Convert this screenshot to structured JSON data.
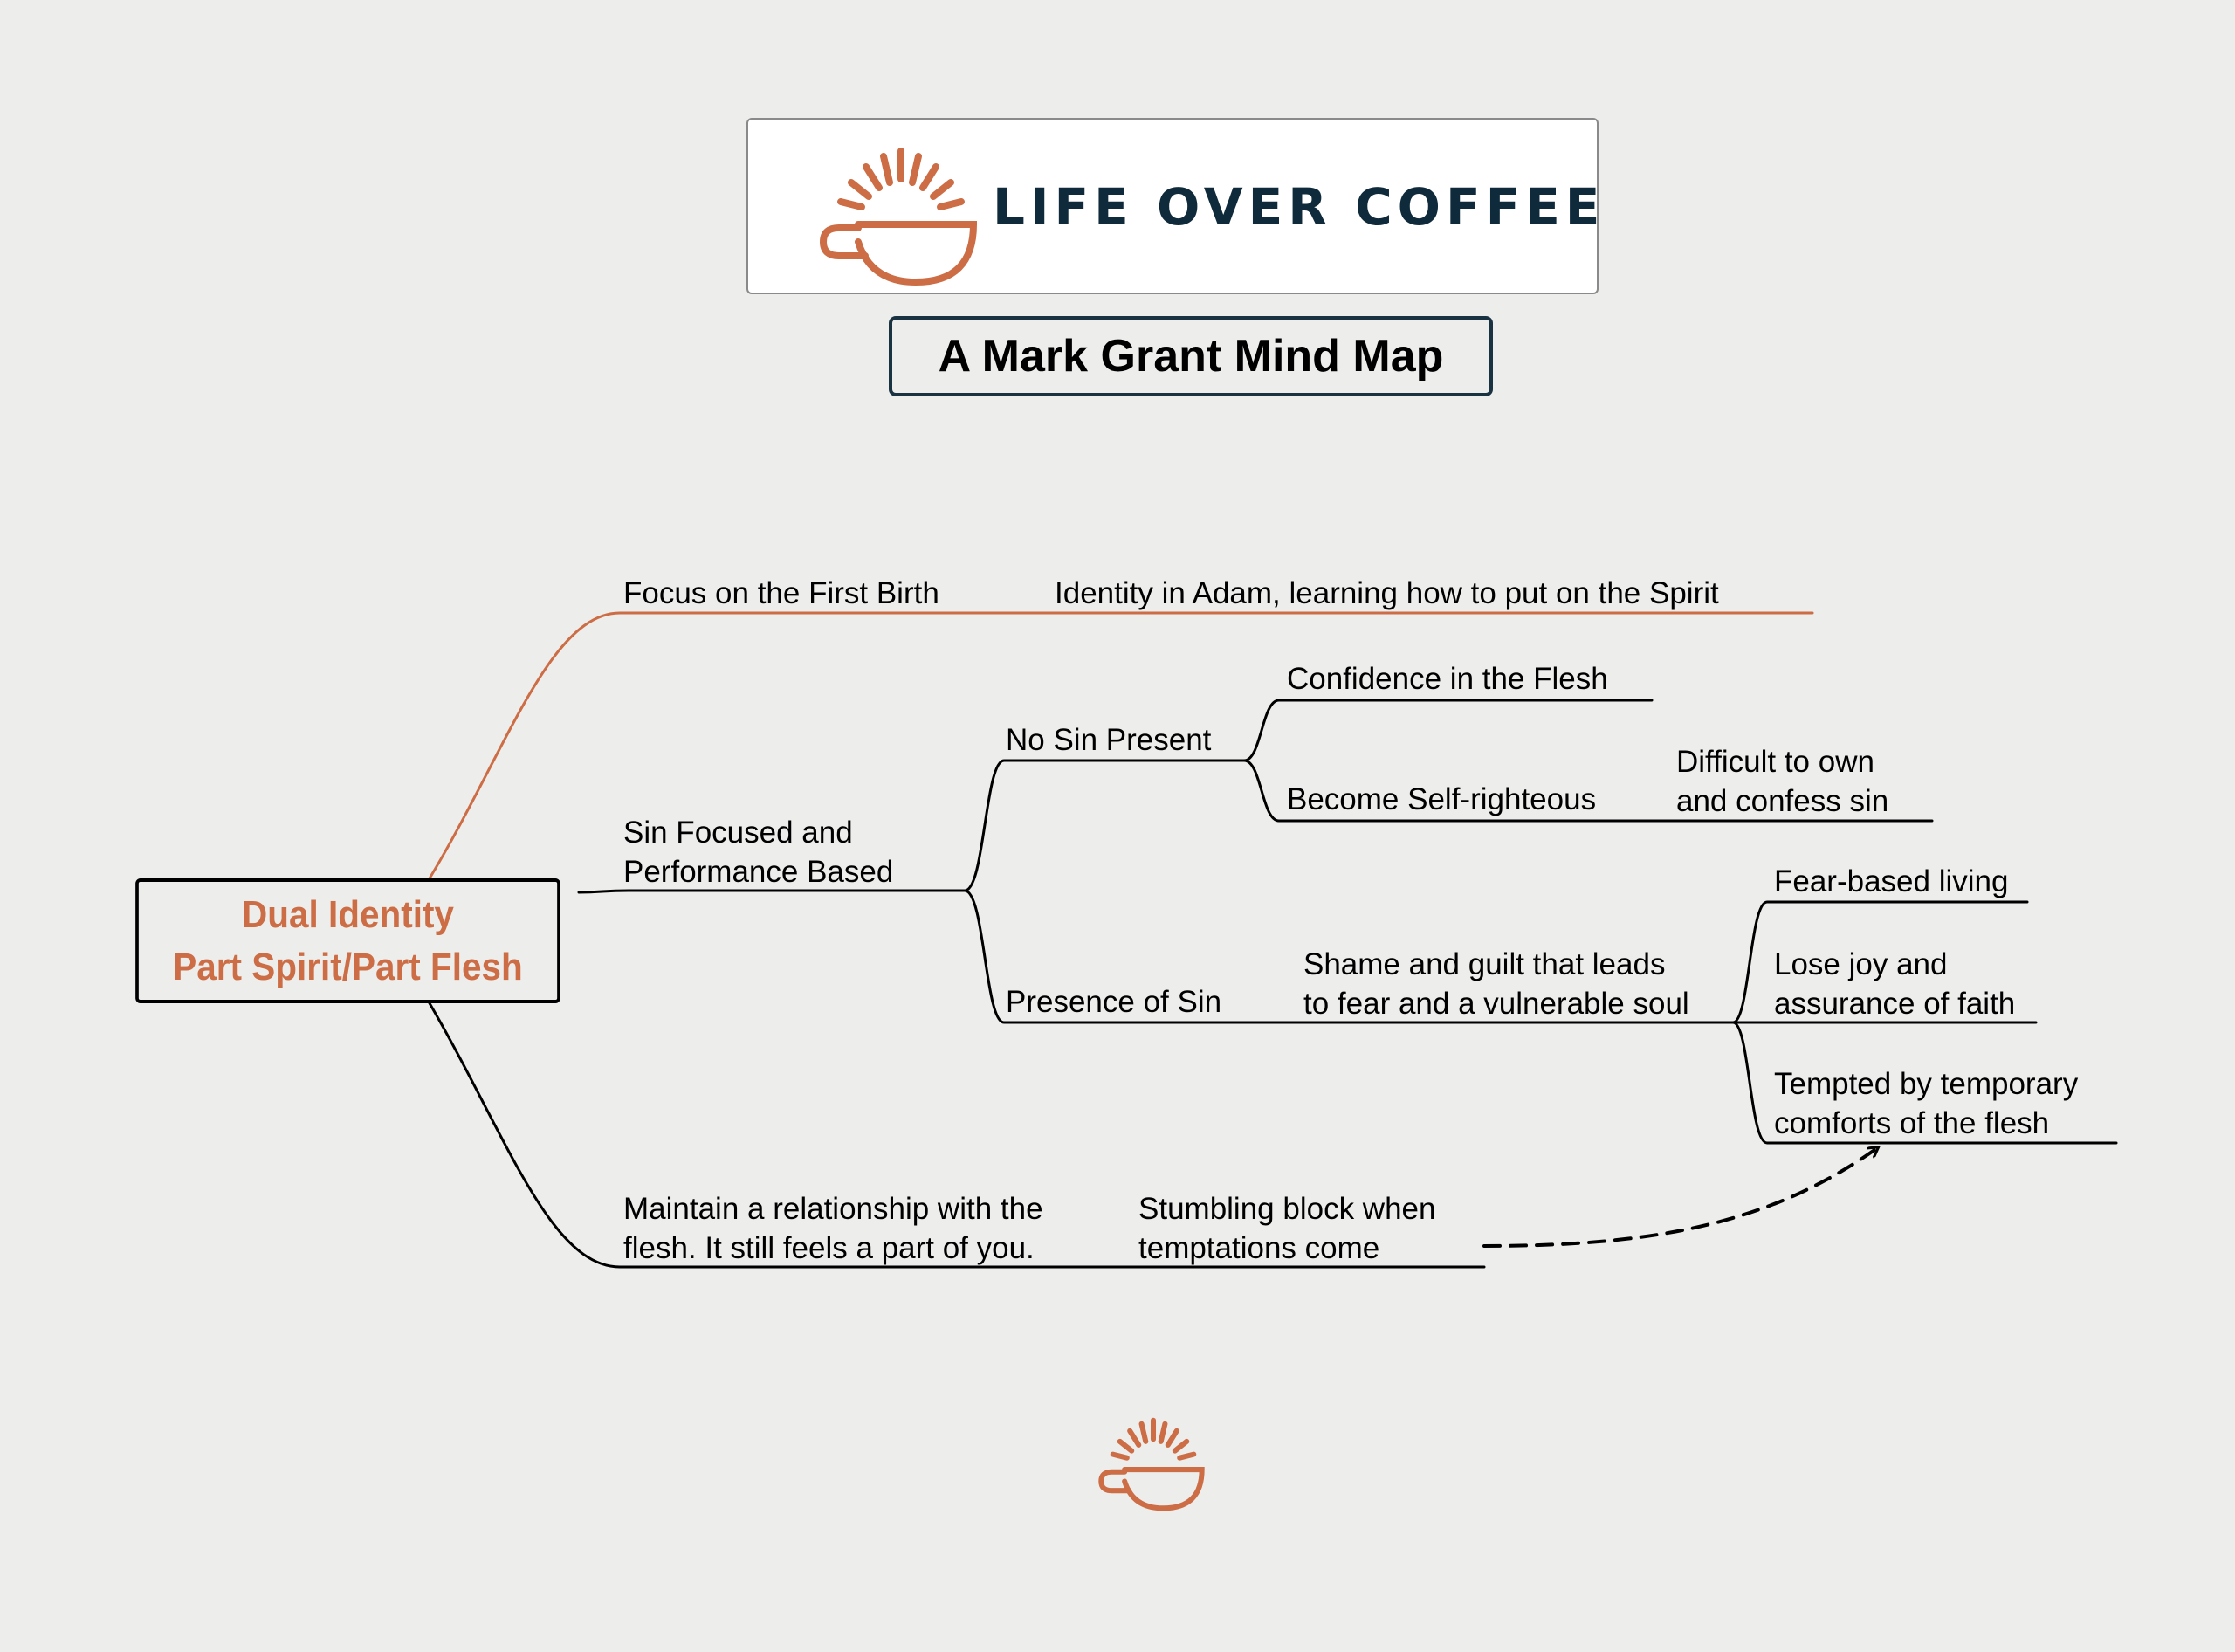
{
  "brand": {
    "name": "LIFE OVER COFFEE",
    "logo_icon": "coffee-cup-sunrise-icon",
    "accent_color": "#cc6d45",
    "text_color": "#0f2a3b"
  },
  "title": "A Mark Grant Mind Map",
  "mind_map": {
    "central": {
      "line1": "Dual Identity",
      "line2": "Part Spirit/Part Flesh"
    },
    "first_birth": {
      "label": "Focus on the First Birth",
      "child": "Identity in Adam, learning how to put on the Spirit"
    },
    "sin_focused": {
      "line1": "Sin Focused and",
      "line2": "Performance Based",
      "no_sin": {
        "label": "No Sin Present",
        "confidence": "Confidence in the Flesh",
        "self_righteous": "Become Self-righteous",
        "difficult_line1": "Difficult to own",
        "difficult_line2": "and confess sin"
      },
      "presence": {
        "label": "Presence of Sin",
        "shame_line1": "Shame and guilt that leads",
        "shame_line2": "to fear and a vulnerable soul",
        "fear": "Fear-based living",
        "lose_joy_line1": "Lose joy and",
        "lose_joy_line2": "assurance of faith",
        "tempted_line1": "Tempted by temporary",
        "tempted_line2": "comforts of the flesh"
      }
    },
    "maintain": {
      "line1": "Maintain a relationship with the",
      "line2": "flesh. It still feels a part of you.",
      "stumbling_line1": "Stumbling block when",
      "stumbling_line2": "temptations come"
    }
  }
}
